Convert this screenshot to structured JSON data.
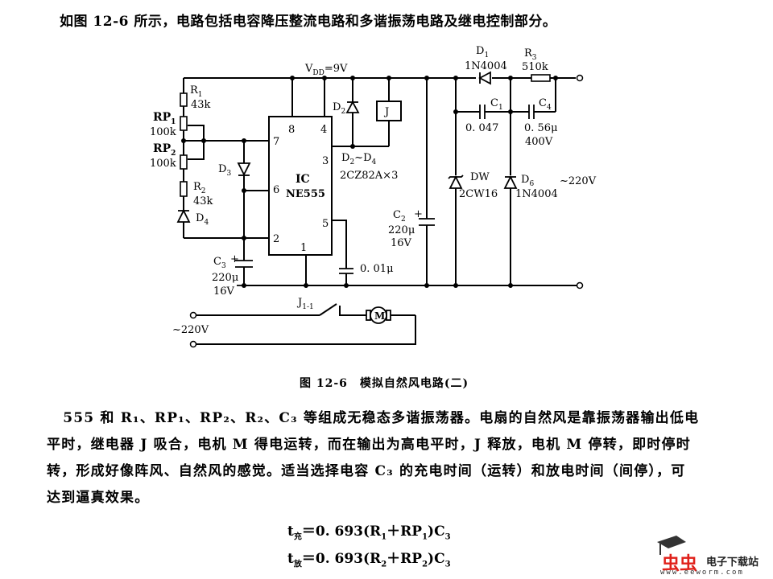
{
  "intro_text": "如图 12-6 所示，电路包括电容降压整流电路和多谐振荡电路及继电控制部分。",
  "circuit": {
    "vdd": "V",
    "vdd_sub": "DD",
    "vdd_val": "=9V",
    "r1": {
      "name": "R",
      "sub": "1",
      "value": "43k"
    },
    "rp1": {
      "name": "RP",
      "sub": "1",
      "value": "100k"
    },
    "rp2": {
      "name": "RP",
      "sub": "2",
      "value": "100k"
    },
    "r2": {
      "name": "R",
      "sub": "2",
      "value": "43k"
    },
    "d3": {
      "name": "D",
      "sub": "3"
    },
    "d4": {
      "name": "D",
      "sub": "4"
    },
    "c3": {
      "name": "C",
      "sub": "3",
      "value": "220μ",
      "voltage": "16V"
    },
    "ic": {
      "name": "IC",
      "part": "NE555",
      "pins": [
        "8",
        "4",
        "7",
        "3",
        "6",
        "5",
        "2",
        "1"
      ]
    },
    "c5_value": "0. 01μ",
    "d2": {
      "name": "D",
      "sub": "2"
    },
    "relay": "J",
    "d2_d4": {
      "label": "D",
      "sub_a": "2",
      "tilde": "~D",
      "sub_b": "4",
      "part": "2CZ82A×3"
    },
    "c2": {
      "name": "C",
      "sub": "2",
      "value": "220μ",
      "voltage": "16V"
    },
    "d1": {
      "name": "D",
      "sub": "1",
      "part": "1N4004"
    },
    "r3": {
      "name": "R",
      "sub": "3",
      "value": "510k"
    },
    "c1": {
      "name": "C",
      "sub": "1",
      "value": "0. 047"
    },
    "c4": {
      "name": "C",
      "sub": "4",
      "value": "0. 56μ",
      "voltage": "400V"
    },
    "dw": {
      "name": "DW",
      "part": "2CW16"
    },
    "d6": {
      "name": "D",
      "sub": "6",
      "part": "1N4004"
    },
    "ac_in": "~220V",
    "switch": {
      "name": "J",
      "sub": "1-1"
    },
    "motor": "M",
    "ac_motor": "~220V"
  },
  "caption": "图 12-6　模拟自然风电路(二)",
  "paragraph": [
    "　555 和 R₁、RP₁、RP₂、R₂、C₃ 等组成无稳态多谐振荡器。电扇的自然风是靠振荡器输出低电",
    "平时，继电器 J 吸合，电机 M 得电运转，而在输出为高电平时，J 释放，电机 M 停转，即时停时",
    "转，形成好像阵风、自然风的感觉。适当选择电容 C₃ 的充电时间（运转）和放电时间（间停），可",
    "达到逼真效果。"
  ],
  "formulas": [
    {
      "t": "t",
      "t_sub": "充",
      "expr_a": "＝0. 693(R",
      "s1": "1",
      "expr_b": "＋RP",
      "s2": "1",
      "expr_c": ")C",
      "s3": "3"
    },
    {
      "t": "t",
      "t_sub": "放",
      "expr_a": "＝0. 693(R",
      "s1": "2",
      "expr_b": "＋RP",
      "s2": "2",
      "expr_c": ")C",
      "s3": "3"
    }
  ],
  "watermark": {
    "name": "电子下载站",
    "url": "www.eeworm.com",
    "logo_color": "#e0201a"
  }
}
